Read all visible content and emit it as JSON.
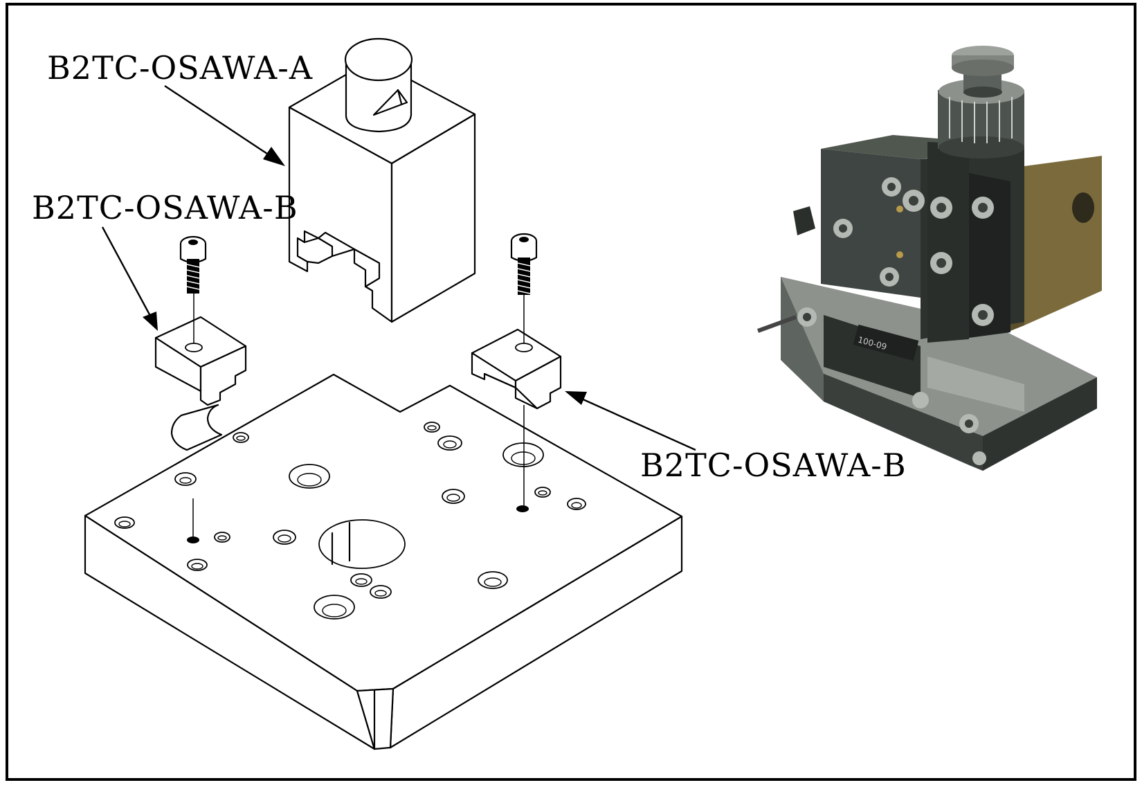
{
  "labels": {
    "part_a": "B2TC-OSAWA-A",
    "part_b_left": "B2TC-OSAWA-B",
    "part_b_right": "B2TC-OSAWA-B"
  },
  "colors": {
    "background": "#ffffff",
    "line": "#000000",
    "photo_steel_dark": "#3a3f3c",
    "photo_steel_mid": "#6f7671",
    "photo_steel_light": "#a9aea8",
    "photo_brass": "#7a6a3c"
  }
}
